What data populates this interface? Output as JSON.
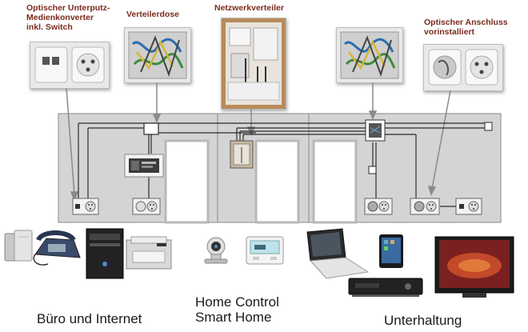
{
  "callouts": {
    "optical_converter": [
      "Optischer Unterputz-",
      "Medienkonverter",
      "inkl. Switch"
    ],
    "junction_box": "Verteilerdose",
    "distribution_panel": "Netzwerkverteiler",
    "optical_connection": [
      "Optischer Anschluss",
      "vorinstalliert"
    ]
  },
  "groups": {
    "office": "Büro und Internet",
    "home_control": [
      "Home Control",
      "Smart Home"
    ],
    "entertainment": "Unterhaltung"
  },
  "colors": {
    "callout_text": "#7a2a1c",
    "wall": "#d4d4d4",
    "cable": "#2a2a2a",
    "pointer": "#8a8a8a"
  },
  "devices": {
    "office": [
      "nas-icon",
      "phone-icon",
      "pc-tower-icon",
      "printer-icon"
    ],
    "home_control": [
      "ip-camera-icon",
      "thermostat-icon"
    ],
    "entertainment": [
      "laptop-icon",
      "tablet-icon",
      "media-player-icon",
      "tv-icon"
    ]
  }
}
